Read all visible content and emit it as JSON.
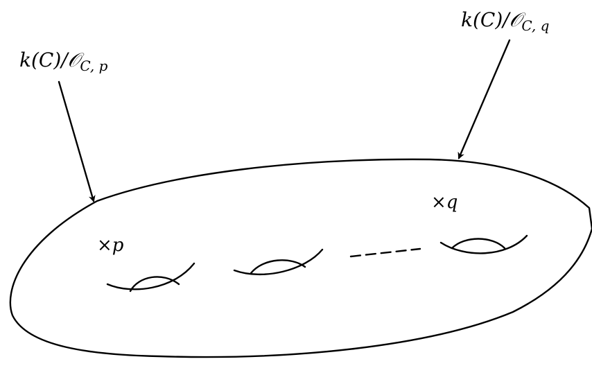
{
  "labels": {
    "stalk_p": "k(C)/𝒪C, p",
    "stalk_p_main": "k(C)/𝒪",
    "stalk_p_sub": "C, p",
    "stalk_q_main": "k(C)/𝒪",
    "stalk_q_sub": "C, q",
    "point_p": "×p",
    "point_q": "×q"
  }
}
